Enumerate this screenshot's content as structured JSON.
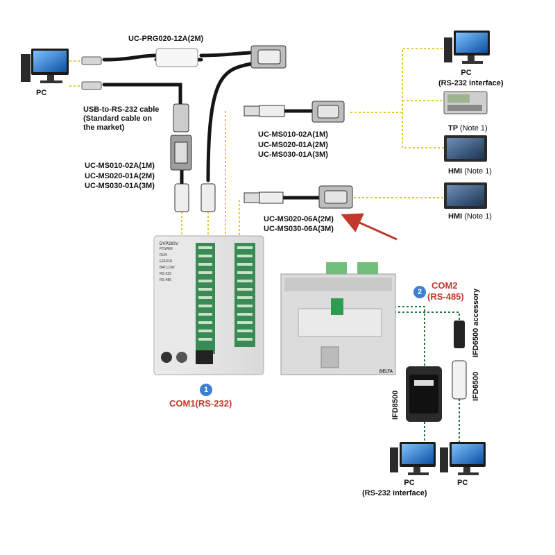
{
  "labels": {
    "pc_top_left": "PC",
    "prg_cable": "UC-PRG020-12A(2M)",
    "usb_cable": [
      "USB-to-RS-232 cable",
      "(Standard cable on",
      "the market)"
    ],
    "ms_left": [
      "UC-MS010-02A(1M)",
      "UC-MS020-01A(2M)",
      "UC-MS030-01A(3M)"
    ],
    "ms_mid": [
      "UC-MS010-02A(1M)",
      "UC-MS020-01A(2M)",
      "UC-MS030-01A(3M)"
    ],
    "ms_06a": [
      "UC-MS020-06A(2M)",
      "UC-MS030-06A(3M)"
    ],
    "pc_right_title": "PC",
    "pc_right_sub": "(RS-232 interface)",
    "tp_name": "TP",
    "tp_note": "(Note 1)",
    "hmi1_name": "HMI",
    "hmi1_note": "(Note 1)",
    "hmi2_name": "HMI",
    "hmi2_note": "(Note 1)",
    "com1_number": "1",
    "com1_label": "COM1(RS-232)",
    "com2_number": "2",
    "com2_label": "COM2",
    "com2_sub": "(RS-485)",
    "ifd6500_accessory": "IFD6500 accessory",
    "ifd6500": "IFD6500",
    "ifd8500": "IFD8500",
    "pc_bottom_left_title": "PC",
    "pc_bottom_left_sub": "(RS-232 interface)",
    "pc_bottom_right": "PC",
    "plc_model": "DVP28SV",
    "plc_status": [
      "POWER",
      "RUN",
      "ERROR",
      "BAT.LOW",
      "RS-232",
      "RS-485"
    ],
    "module_brand": "DELTA"
  },
  "colors": {
    "rs232_line": "#e8c53a",
    "rs485_line": "#1f7a3a",
    "cable": "#151515",
    "pointer_arrow": "#c0392b",
    "com_label": "#c0392b",
    "badge": "#3d7fd0",
    "terminal_green": "#2e9d4f"
  },
  "icons": [
    "pc-icon",
    "tp-icon",
    "hmi-icon",
    "plc-icon",
    "io-module-icon",
    "rs232-connector-icon",
    "usb-connector-icon",
    "converter-icon"
  ]
}
